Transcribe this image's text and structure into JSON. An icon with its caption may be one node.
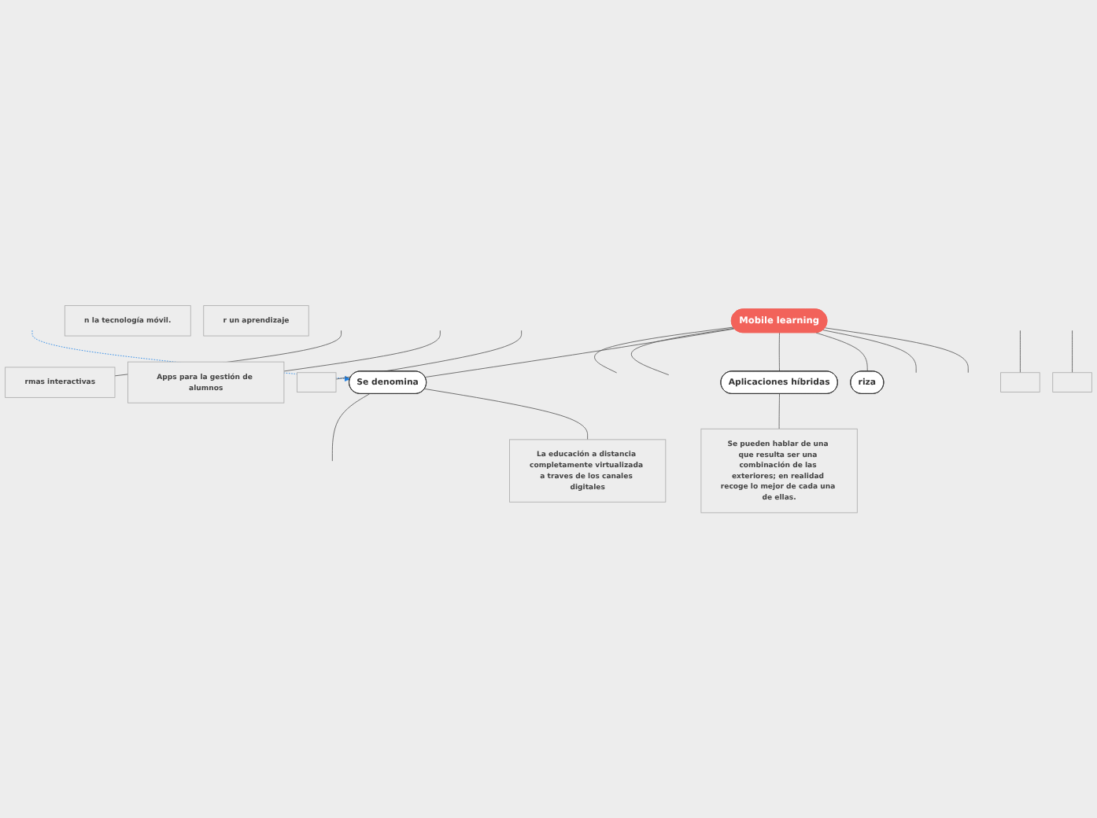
{
  "diagram": {
    "nodes": [
      {
        "text": [
          "Mobile learning"
        ]
      },
      {
        "text": [
          "riza"
        ]
      },
      {
        "text": [
          "Aplicaciones híbridas"
        ]
      },
      {
        "text": [
          "Se denomina"
        ]
      },
      {
        "text": [
          "n la tecnología móvil."
        ]
      },
      {
        "text": [
          "r un aprendizaje"
        ]
      },
      {
        "text": [
          "rmas interactivas"
        ]
      },
      {
        "text": [
          "Apps para la gestión de alumnos"
        ]
      },
      {
        "text": [],
        "shape": "box"
      },
      {
        "text": [],
        "shape": "box"
      },
      {
        "text": [],
        "shape": "box"
      },
      {
        "text": [
          "Se pueden hablar de una que resulta ser una combinación de las exteriores; en realidad recoge lo mejor de cada una de ellas."
        ]
      },
      {
        "text": [
          "La educación a distancia completamente virtualizada a traves de los canales digitales"
        ]
      }
    ],
    "edges": [
      {
        "from": 0,
        "to": null,
        "arrow": "none"
      },
      {
        "from": 0,
        "to": null,
        "arrow": "none"
      },
      {
        "from": 0,
        "to": 1,
        "arrow": "none"
      },
      {
        "from": 0,
        "to": 2,
        "arrow": "none"
      },
      {
        "from": 0,
        "to": 3,
        "arrow": "none"
      },
      {
        "from": 0,
        "to": null,
        "arrow": "none"
      },
      {
        "from": 0,
        "to": null,
        "arrow": "none"
      },
      {
        "from": null,
        "to": 3,
        "arrow": "to",
        "style": "dashed",
        "color": "#1a7fe6"
      },
      {
        "from": 2,
        "to": 11,
        "arrow": "none"
      },
      {
        "from": 3,
        "to": 12,
        "arrow": "none"
      },
      {
        "from": 3,
        "to": null,
        "arrow": "none"
      },
      {
        "from": null,
        "to": 6,
        "arrow": "none"
      },
      {
        "from": null,
        "to": 7,
        "arrow": "none"
      },
      {
        "from": null,
        "to": 8,
        "arrow": "none"
      },
      {
        "from": null,
        "to": 9,
        "arrow": "none"
      },
      {
        "from": null,
        "to": 10,
        "arrow": "none"
      }
    ]
  }
}
